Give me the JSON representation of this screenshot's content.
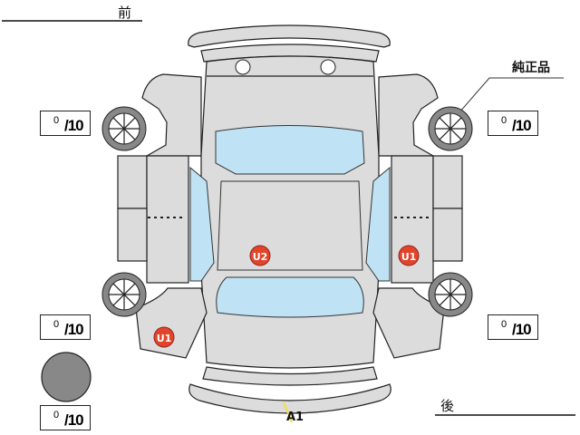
{
  "labels": {
    "front": "前",
    "rear": "後",
    "genuine": "純正品"
  },
  "tires": {
    "front_left": {
      "value": "0",
      "max": "/10"
    },
    "front_right": {
      "value": "0",
      "max": "/10"
    },
    "rear_left": {
      "value": "0",
      "max": "/10"
    },
    "rear_right": {
      "value": "0",
      "max": "/10"
    },
    "spare": {
      "value": "0",
      "max": "/10"
    }
  },
  "damage_marks": [
    {
      "code": "U2",
      "location": "roof"
    },
    {
      "code": "U1",
      "location": "right-rear-door"
    },
    {
      "code": "U1",
      "location": "left-rear-quarter"
    },
    {
      "code": "A1",
      "location": "rear-bumper"
    }
  ],
  "colors": {
    "body": "#dcdcdc",
    "glass": "#bfe3f5",
    "mark": "#e0452a",
    "tire": "#888888",
    "scratch": "#f0e040"
  }
}
